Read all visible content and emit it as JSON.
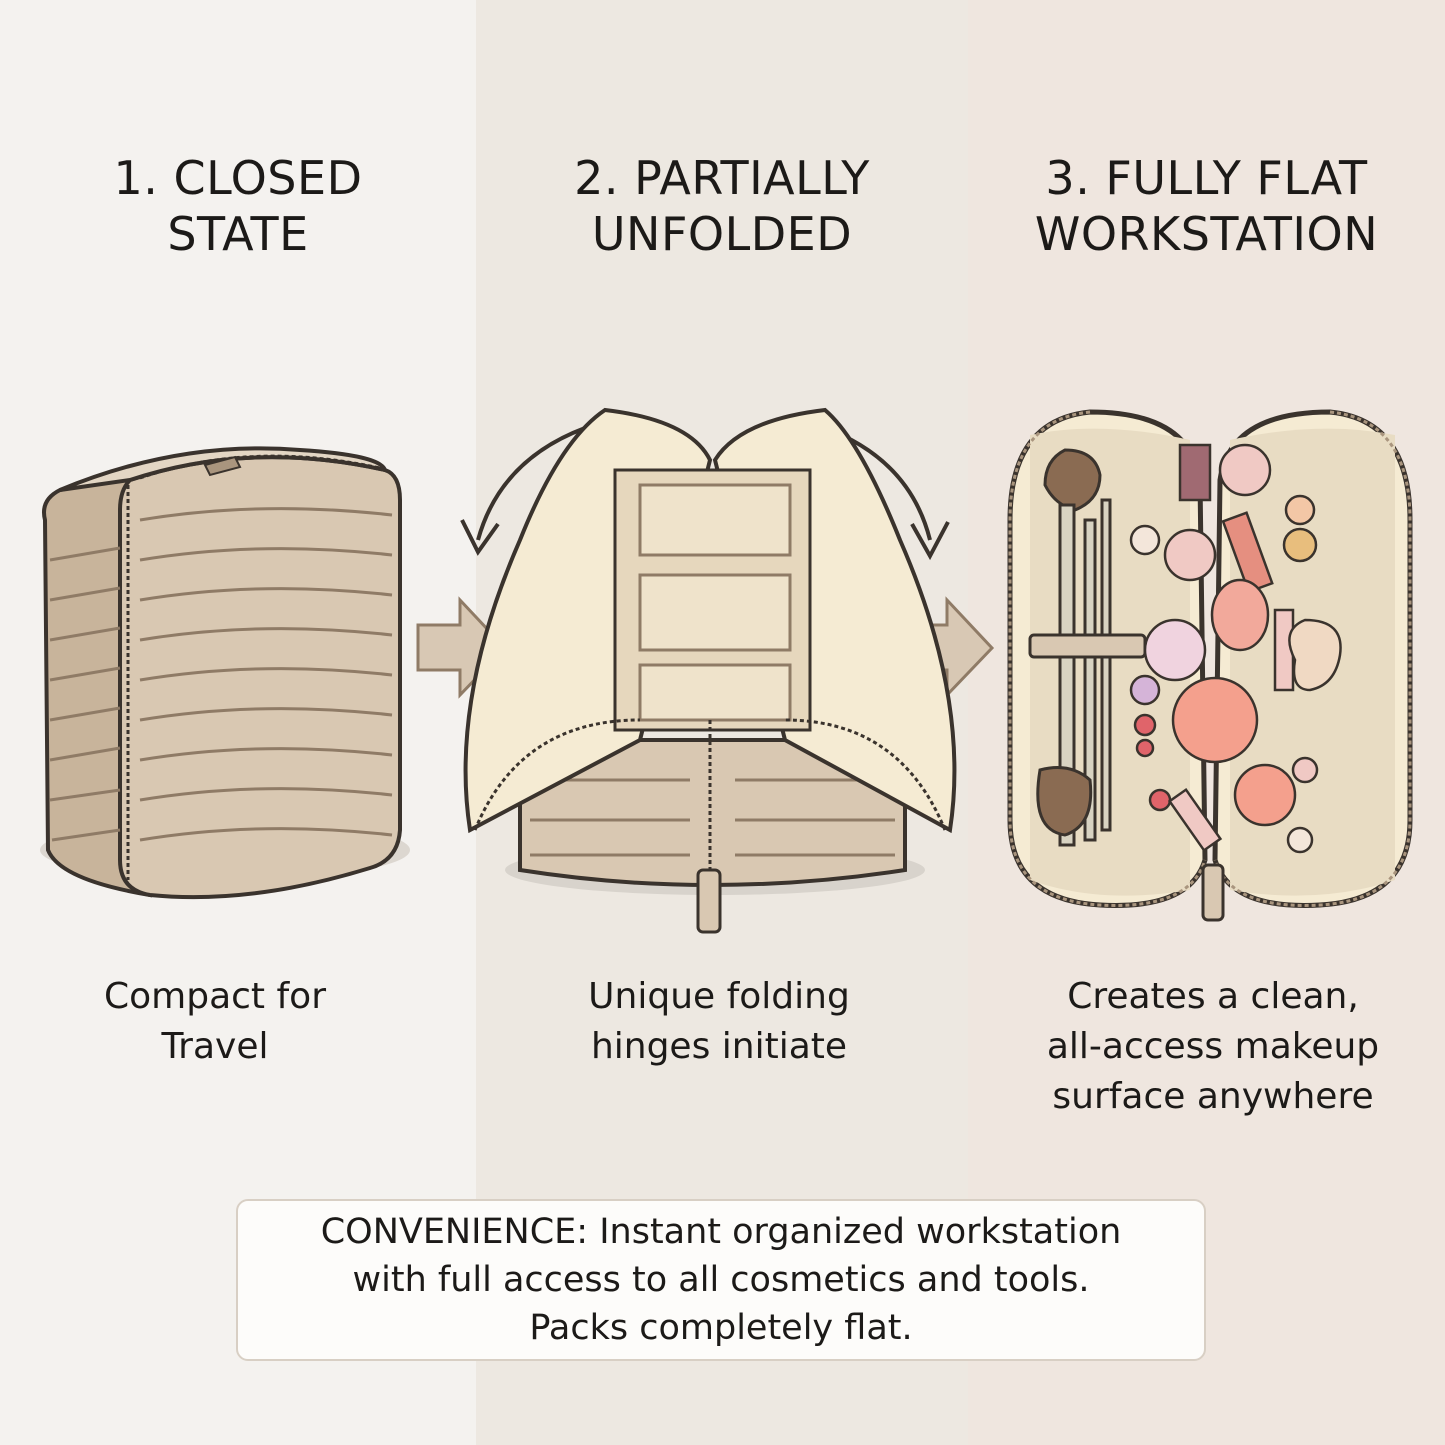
{
  "steps": [
    {
      "title_line1": "1. CLOSED",
      "title_line2": "STATE",
      "desc_line1": "Compact for",
      "desc_line2": "Travel",
      "desc_line3": ""
    },
    {
      "title_line1": "2. PARTIALLY",
      "title_line2": "UNFOLDED",
      "desc_line1": "Unique folding",
      "desc_line2": "hinges initiate",
      "desc_line3": ""
    },
    {
      "title_line1": "3. FULLY FLAT",
      "title_line2": "WORKSTATION",
      "desc_line1": "Creates a clean,",
      "desc_line2": "all-access makeup",
      "desc_line3": "surface anywhere"
    }
  ],
  "callout": {
    "line1": "CONVENIENCE: Instant organized workstation",
    "line2": "with full access to all cosmetics and tools.",
    "line3": "Packs completely flat."
  },
  "colors": {
    "bag": "#d9c8b2",
    "bag_shade": "#c2ae96",
    "lining": "#f5ebd3",
    "arrow": "#d8c8b4",
    "outline": "#3a332d"
  },
  "icons": [
    "closed-bag-illustration",
    "unfolding-bag-illustration",
    "flat-bag-illustration",
    "right-arrow-icon",
    "curved-arrow-icon"
  ]
}
